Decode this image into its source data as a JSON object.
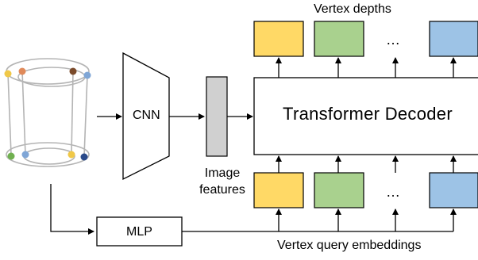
{
  "labels": {
    "vertex_depths": "Vertex depths",
    "cnn": "CNN",
    "transformer_decoder": "Transformer Decoder",
    "image_features_line1": "Image",
    "image_features_line2": "features",
    "mlp": "MLP",
    "vertex_query_embeddings": "Vertex query embeddings",
    "ellipsis": "…"
  },
  "colors": {
    "token_yellow": "#ffd966",
    "token_green": "#a9d18e",
    "token_blue": "#9dc3e6",
    "feature_gray": "#d0d0d0",
    "cylinder_outline": "#b4b4b4",
    "vertex_dot_colors": [
      "#f0c848",
      "#e08a5a",
      "#7a4a2a",
      "#7fa6d6",
      "#70b050",
      "#7fa6d6",
      "#f0c848",
      "#2a4a8a"
    ]
  }
}
